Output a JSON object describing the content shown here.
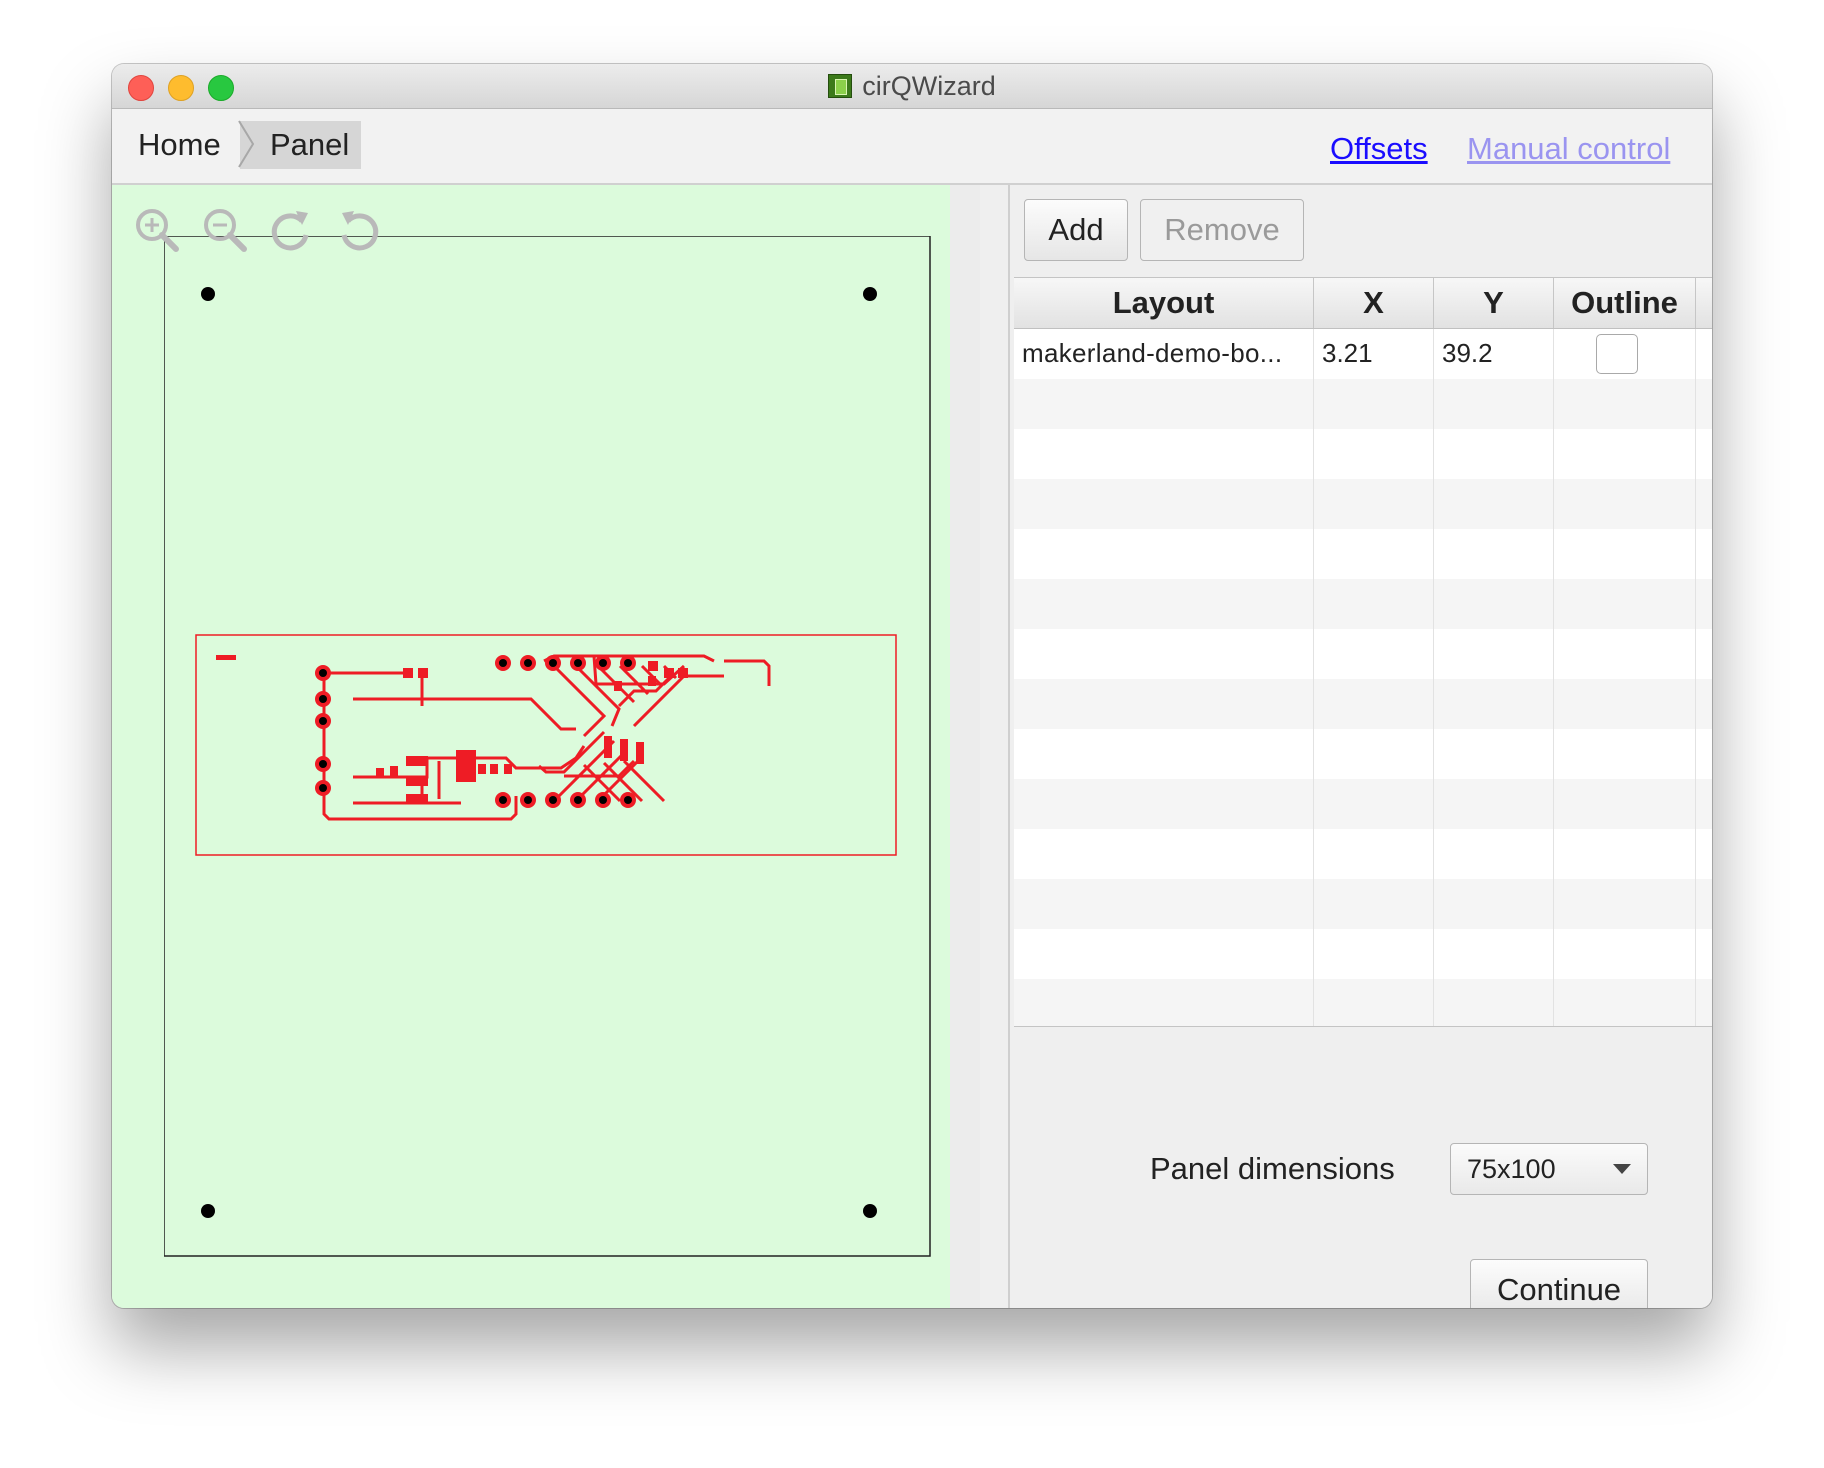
{
  "window": {
    "title": "cirQWizard"
  },
  "breadcrumb": {
    "home": "Home",
    "current": "Panel"
  },
  "nav_links": {
    "offsets": "Offsets",
    "manual_control": "Manual control"
  },
  "toolbar": {
    "add": "Add",
    "remove": "Remove"
  },
  "tools": [
    "zoom-in-icon",
    "zoom-out-icon",
    "rotate-cw-icon",
    "rotate-ccw-icon"
  ],
  "table": {
    "columns": [
      "Layout",
      "X",
      "Y",
      "Outline"
    ],
    "rows": [
      {
        "layout": "makerland-demo-bo...",
        "x": "3.21",
        "y": "39.2",
        "outline": false
      }
    ]
  },
  "panel_settings": {
    "label": "Panel dimensions",
    "selected": "75x100",
    "continue": "Continue"
  },
  "colors": {
    "canvas_bg": "#dcfbdc",
    "pcb_trace": "#ee1c25",
    "link": "#1a0dff",
    "link_visited": "#9a94f0"
  }
}
